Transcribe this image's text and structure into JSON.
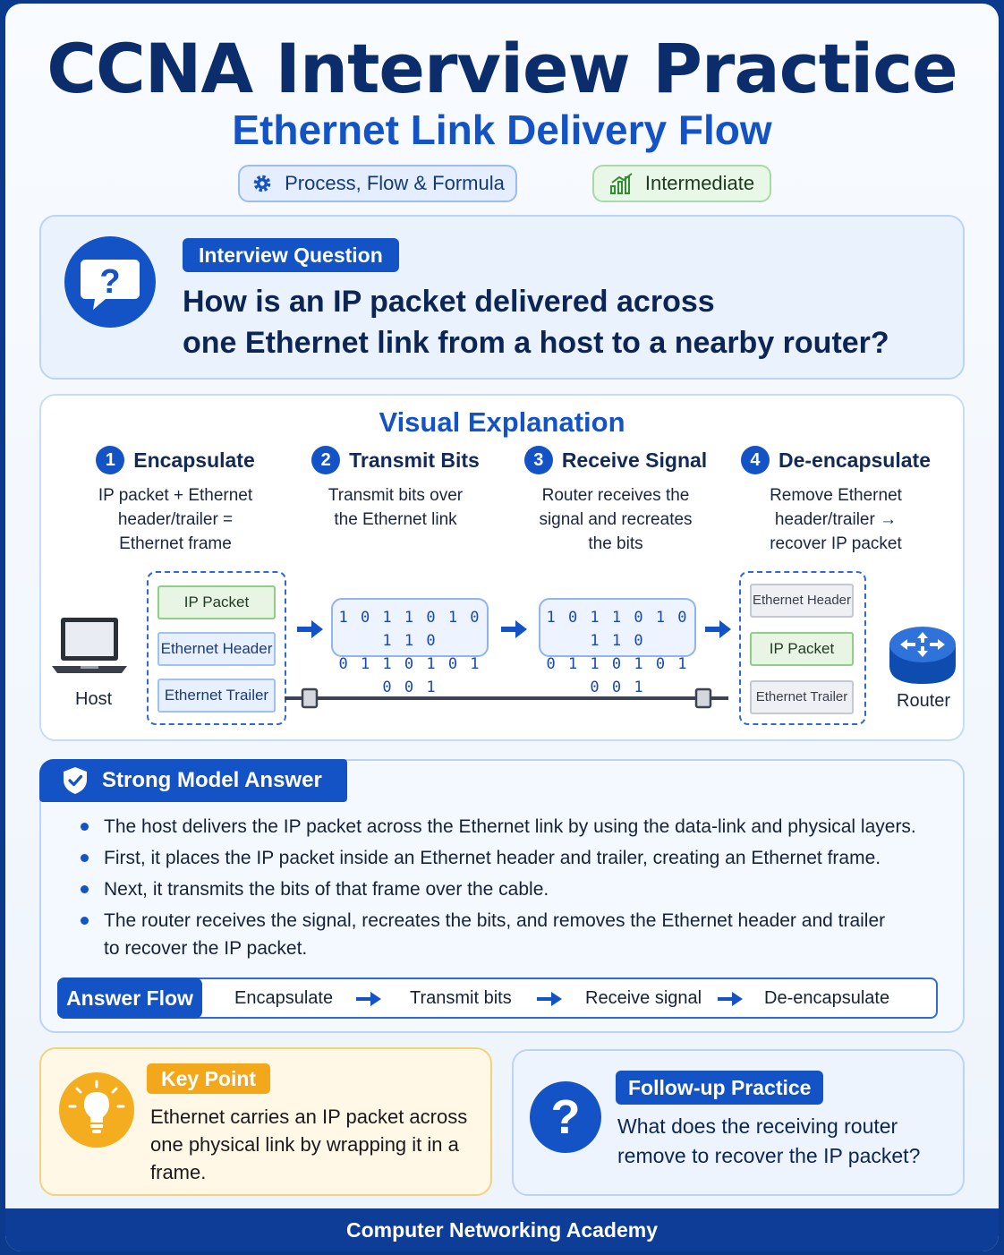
{
  "header": {
    "title": "CCNA Interview Practice",
    "subtitle": "Ethernet Link Delivery Flow",
    "category": "Process, Flow & Formula",
    "category_icon": "gear-icon",
    "level": "Intermediate",
    "level_icon": "chart-growth-icon"
  },
  "question": {
    "badge": "Interview Question",
    "text_line1": "How is an IP packet delivered across",
    "text_line2": "one Ethernet link from a host to a nearby router?",
    "icon": "speech-bubble-question-icon"
  },
  "visual": {
    "title": "Visual Explanation",
    "steps": [
      {
        "num": "1",
        "title": "Encapsulate",
        "desc": [
          "IP packet + Ethernet",
          "header/trailer =",
          "Ethernet frame"
        ]
      },
      {
        "num": "2",
        "title": "Transmit Bits",
        "desc": [
          "Transmit bits over",
          "the Ethernet link"
        ]
      },
      {
        "num": "3",
        "title": "Receive Signal",
        "desc": [
          "Router receives the",
          "signal and recreates",
          "the bits"
        ]
      },
      {
        "num": "4",
        "title": "De-encapsulate",
        "desc": [
          "Remove Ethernet",
          "header/trailer →",
          "recover IP packet"
        ]
      }
    ],
    "host_label": "Host",
    "router_label": "Router",
    "sender_frame": [
      "IP Packet",
      "Ethernet Header",
      "Ethernet Trailer"
    ],
    "receiver_frame": [
      "Ethernet Header",
      "IP Packet",
      "Ethernet Trailer"
    ],
    "bits_line1": "1 0 1 1 0 1 0 1 1 0",
    "bits_line2": "0 1 1 0 1 0 1 0 0 1",
    "accent": "#1353c6"
  },
  "answer": {
    "badge": "Strong Model Answer",
    "bullets": [
      "The host delivers the IP packet across the Ethernet link by using the data-link and physical layers.",
      "First, it places the IP packet inside an Ethernet header and trailer, creating an Ethernet frame.",
      "Next, it transmits the bits of that frame over the cable.",
      "The router receives the signal, recreates the bits, and removes the Ethernet header and trailer to recover the IP packet."
    ],
    "flow_label": "Answer Flow",
    "flow": [
      "Encapsulate",
      "Transmit bits",
      "Receive signal",
      "De-encapsulate"
    ]
  },
  "key_point": {
    "badge": "Key Point",
    "text": "Ethernet carries an IP packet across one physical link by wrapping it in a frame.",
    "icon": "lightbulb-icon",
    "color": "#f3a81c"
  },
  "follow_up": {
    "badge": "Follow-up Practice",
    "text": "What does the receiving router remove to recover the IP packet?",
    "icon": "question-mark-icon"
  },
  "footer": {
    "text": "Computer Networking Academy"
  }
}
